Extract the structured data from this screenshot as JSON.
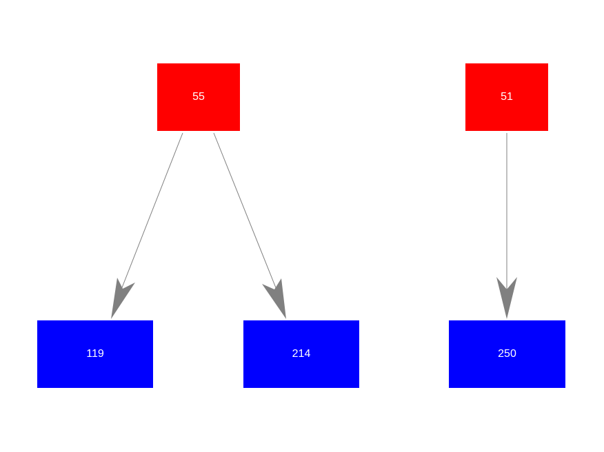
{
  "colors": {
    "parent_fill": "#ff0000",
    "child_fill": "#0000ff",
    "label_color": "#ffffff",
    "edge_color": "#808080"
  },
  "nodes": {
    "n55": {
      "label": "55",
      "role": "parent"
    },
    "n51": {
      "label": "51",
      "role": "parent"
    },
    "n119": {
      "label": "119",
      "role": "child"
    },
    "n214": {
      "label": "214",
      "role": "child"
    },
    "n250": {
      "label": "250",
      "role": "child"
    }
  },
  "edges": [
    {
      "from": "55",
      "to": "119"
    },
    {
      "from": "55",
      "to": "214"
    },
    {
      "from": "51",
      "to": "250"
    }
  ]
}
